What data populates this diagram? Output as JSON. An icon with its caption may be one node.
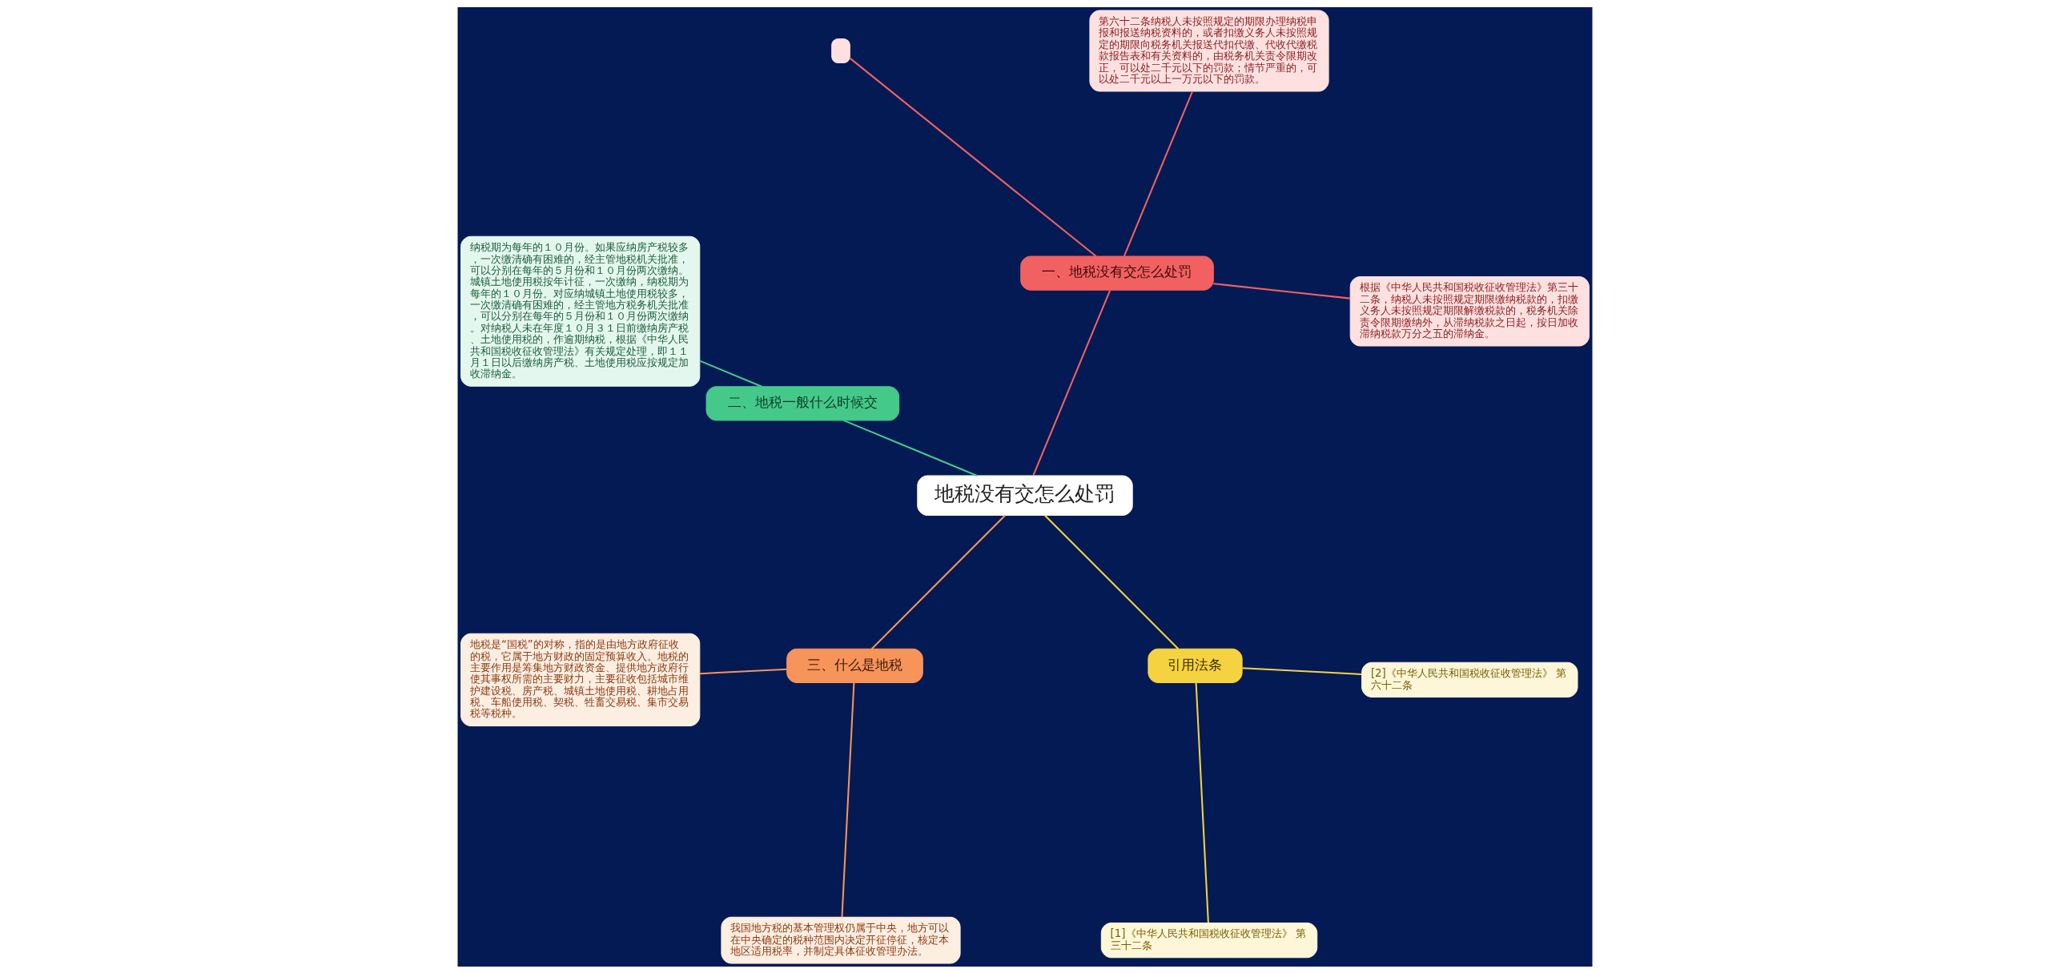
{
  "diagram": {
    "nodes": [
      {
        "text": [
          "地税没有交怎么处罚"
        ]
      },
      {
        "text": [
          "一、地税没有交怎么处罚"
        ]
      },
      {
        "text": [
          "根据《中华人民共和国税收征收管理法》第三十二条，纳税人未按照规定期限缴纳税款的，扣缴义务人未按照规定期限解缴税款的，税务机关除责令限期缴纳外，从滞纳税款之日起，按日加收滞纳税款万分之五的滞纳金。"
        ]
      },
      {
        "text": [
          "第六十二条纳税人未按照规定的期限办理纳税申报和报送纳税资料的，或者扣缴义务人未按照规定的期限向税务机关报送代扣代缴、代收代缴税款报告表和有关资料的，由税务机关责令限期改正，可以处二千元以下的罚款；情节严重的，可以处二千元以上一万元以下的罚款。"
        ]
      },
      {
        "text": [],
        "shape": "box"
      },
      {
        "text": [
          "二、地税一般什么时候交"
        ]
      },
      {
        "text": [
          "纳税期为每年的１０月份。如果应纳房产税较多，一次缴清确有困难的，经主管地税机关批准，可以分别在每年的５月份和１０月份两次缴纳。城镇土地使用税按年计征，一次缴纳，纳税期为每年的１０月份。对应纳城镇土地使用税较多，一次缴清确有困难的，经主管地方税务机关批准，可以分别在每年的５月份和１０月份两次缴纳。对纳税人未在年度１０月３１日前缴纳房产税、土地使用税的，作逾期纳税，根据《中华人民共和国税收征收管理法》有关规定处理，即１１月１日以后缴纳房产税、土地使用税应按规定加收滞纳金。"
        ]
      },
      {
        "text": [
          "三、什么是地税"
        ]
      },
      {
        "text": [
          "地税是“国税”的对称，指的是由地方政府征收的税，它属于地方财政的固定预算收入。地税的主要作用是筹集地方财政资金、提供地方政府行使其事权所需的主要财力，主要征收包括城市维护建设税、房产税、城镇土地使用税、耕地占用税、车船使用税、契税、牲畜交易税、集市交易税等税种。"
        ]
      },
      {
        "text": [
          "我国地方税的基本管理权仍属于中央，地方可以在中央确定的税种范围内决定开征停征，核定本地区适用税率，并制定具体征收管理办法。"
        ]
      },
      {
        "text": [
          "引用法条"
        ]
      },
      {
        "text": [
          "[1]《中华人民共和国税收征收管理法》 第三十二条"
        ]
      },
      {
        "text": [
          "[2]《中华人民共和国税收征收管理法》 第六十二条"
        ]
      }
    ],
    "edges": [
      {
        "from": 0,
        "to": 1,
        "arrow": "none",
        "color": "#f26161"
      },
      {
        "from": 1,
        "to": 2,
        "arrow": "none",
        "color": "#f26161"
      },
      {
        "from": 1,
        "to": 3,
        "arrow": "none",
        "color": "#f26161"
      },
      {
        "from": 1,
        "to": 4,
        "arrow": "none",
        "color": "#f26161"
      },
      {
        "from": 0,
        "to": 5,
        "arrow": "none",
        "color": "#45c98a"
      },
      {
        "from": 5,
        "to": 6,
        "arrow": "none",
        "color": "#45c98a"
      },
      {
        "from": 0,
        "to": 7,
        "arrow": "none",
        "color": "#f7945a"
      },
      {
        "from": 7,
        "to": 8,
        "arrow": "none",
        "color": "#f7945a"
      },
      {
        "from": 7,
        "to": 9,
        "arrow": "none",
        "color": "#f7945a"
      },
      {
        "from": 0,
        "to": 10,
        "arrow": "none",
        "color": "#f5d340"
      },
      {
        "from": 10,
        "to": 11,
        "arrow": "none",
        "color": "#f5d340"
      },
      {
        "from": 10,
        "to": 12,
        "arrow": "none",
        "color": "#f5d340"
      }
    ]
  }
}
